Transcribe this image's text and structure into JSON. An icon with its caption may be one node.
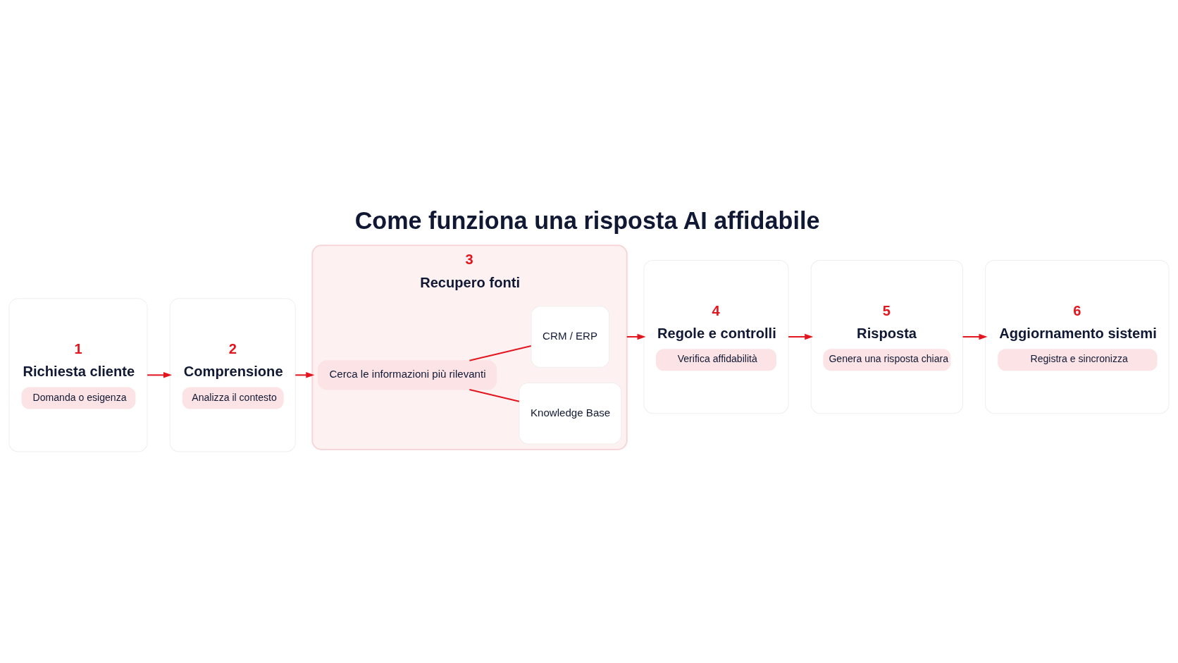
{
  "diagram": {
    "title": "Come funziona una risposta AI affidabile",
    "nodes": [
      {
        "text": [
          "1",
          "Richiesta cliente",
          "Domanda o esigenza"
        ]
      },
      {
        "text": [
          "2",
          "Comprensione",
          "Analizza il contesto"
        ]
      },
      {
        "text": [
          "3",
          "Recupero fonti"
        ]
      },
      {
        "text": [
          "Cerca le informazioni più rilevanti"
        ],
        "in": 2
      },
      {
        "text": [
          "Knowledge Base"
        ],
        "in": 2
      },
      {
        "text": [
          "CRM / ERP"
        ],
        "in": 2
      },
      {
        "text": [
          "4",
          "Regole e controlli",
          "Verifica affidabilità"
        ]
      },
      {
        "text": [
          "5",
          "Risposta",
          "Genera una risposta chiara"
        ]
      },
      {
        "text": [
          "6",
          "Aggiornamento sistemi",
          "Registra e sincronizza"
        ]
      }
    ],
    "edges": [
      {
        "from": 0,
        "to": 1,
        "arrow": "to"
      },
      {
        "from": 1,
        "to": 2,
        "arrow": "to"
      },
      {
        "from": 2,
        "to": 6,
        "arrow": "to"
      },
      {
        "from": 6,
        "to": 7,
        "arrow": "to"
      },
      {
        "from": 7,
        "to": 8,
        "arrow": "to"
      },
      {
        "from": 3,
        "to": 4,
        "arrow": "none"
      },
      {
        "from": 3,
        "to": 5,
        "arrow": "none"
      }
    ]
  }
}
